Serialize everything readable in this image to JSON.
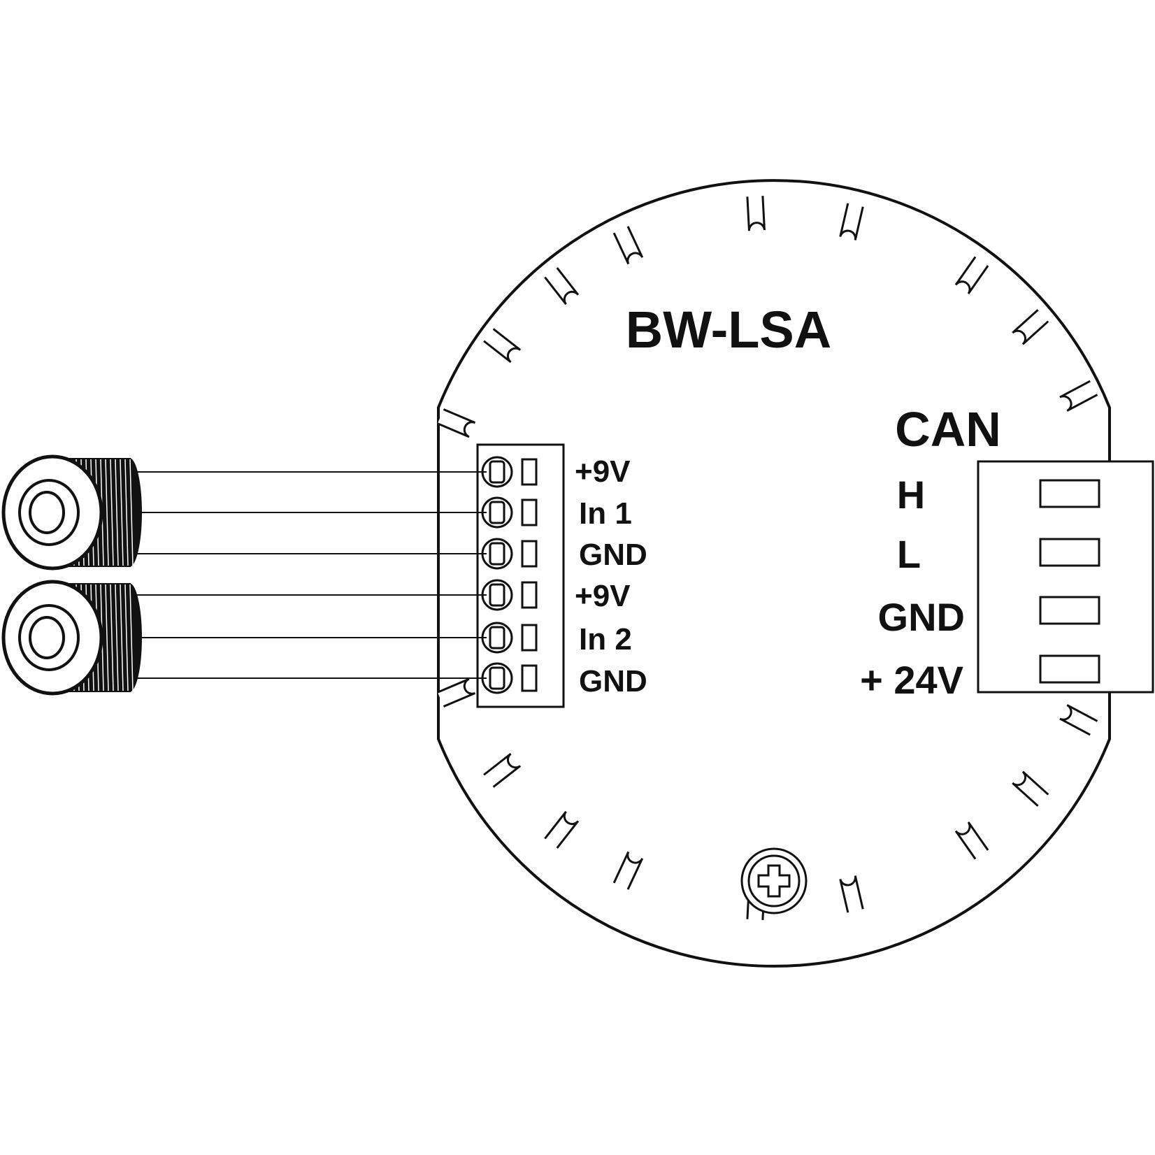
{
  "title": "BW-LSA",
  "left_terminal": {
    "pins": [
      "+9V",
      "In 1",
      "GND",
      "+9V",
      "In 2",
      "GND"
    ]
  },
  "can_connector": {
    "title": "CAN",
    "pins": [
      "H",
      "L",
      "GND",
      "+ 24V"
    ]
  },
  "sensors": [
    {
      "pins": [
        "+9V",
        "In 1",
        "GND"
      ]
    },
    {
      "pins": [
        "+9V",
        "In 2",
        "GND"
      ]
    }
  ],
  "colors": {
    "line": "#111111",
    "background": "#ffffff"
  },
  "icons": [
    "screw-icon",
    "sensor-icon"
  ]
}
